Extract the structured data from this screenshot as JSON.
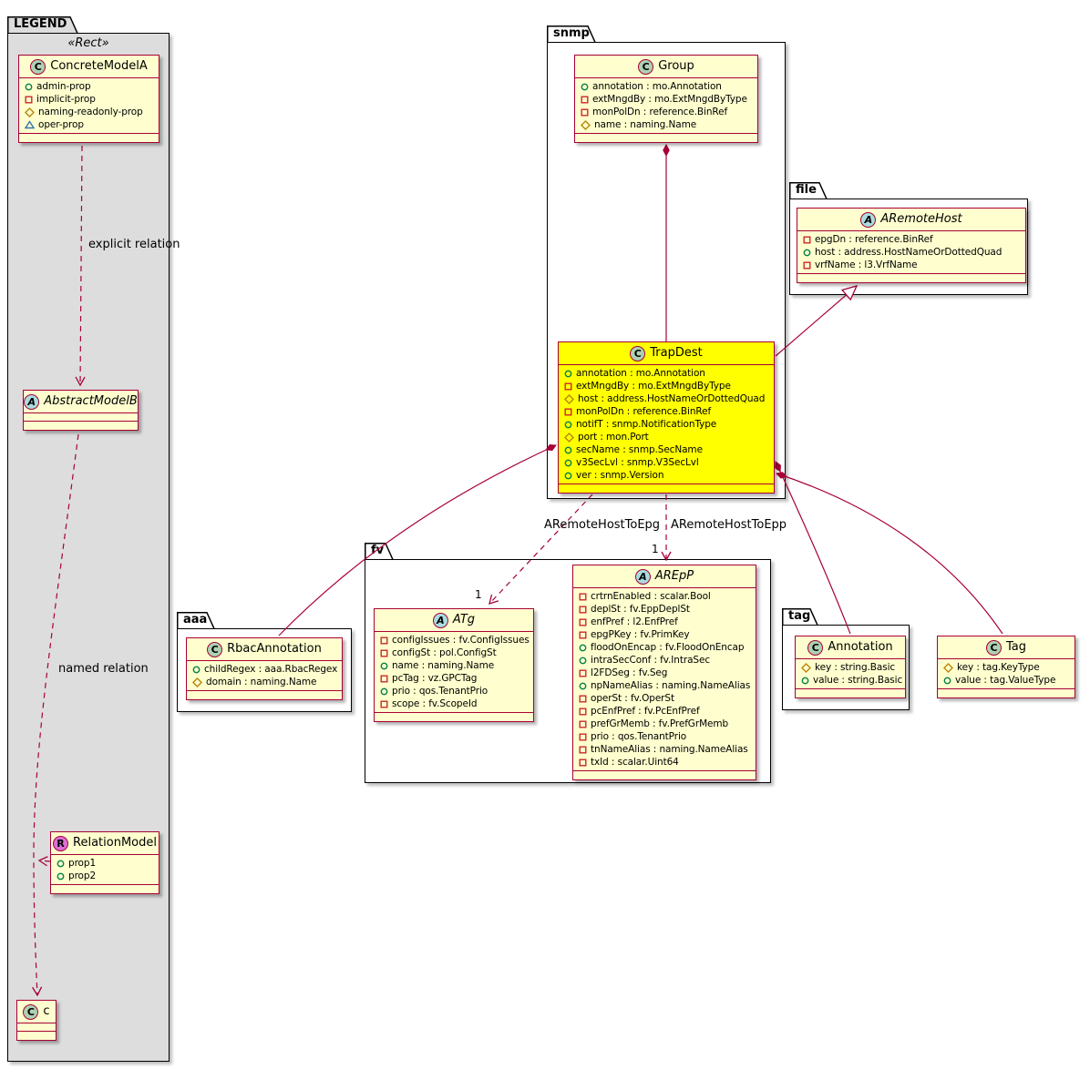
{
  "diagram": {
    "colors": {
      "class_border": "#A80036",
      "class_bg": "#FEFECE",
      "highlight_bg": "#FFFF00",
      "legend_bg": "#DDDDDD",
      "relation_line": "#A80036",
      "spot_class_bg": "#ADD1B2",
      "spot_abstract_bg": "#A9DCDF",
      "spot_relation_bg": "#DA70D6",
      "icon_circle": "#038048",
      "icon_square": "#C82930",
      "icon_diamond": "#B8860B",
      "icon_triangle": "#3A72B0"
    },
    "packages": [
      {
        "id": "legend",
        "name": "LEGEND",
        "stereotype": "«Rect»"
      },
      {
        "id": "snmp",
        "name": "snmp"
      },
      {
        "id": "file",
        "name": "file"
      },
      {
        "id": "fv",
        "name": "fv"
      },
      {
        "id": "aaa",
        "name": "aaa"
      },
      {
        "id": "tag",
        "name": "tag"
      }
    ],
    "classes": [
      {
        "id": "concrete-model-a",
        "package": "legend",
        "name": "ConcreteModelA",
        "kind": "C",
        "attrs": [
          {
            "icon": "circle",
            "text": "admin-prop"
          },
          {
            "icon": "square",
            "text": "implicit-prop"
          },
          {
            "icon": "diamond",
            "text": "naming-readonly-prop"
          },
          {
            "icon": "triangle",
            "text": "oper-prop"
          }
        ]
      },
      {
        "id": "abstract-model-b",
        "package": "legend",
        "name": "AbstractModelB",
        "kind": "A",
        "italic": true,
        "attrs": []
      },
      {
        "id": "relation-model",
        "package": "legend",
        "name": "RelationModel",
        "kind": "R",
        "attrs": [
          {
            "icon": "circle",
            "text": "prop1"
          },
          {
            "icon": "circle",
            "text": "prop2"
          }
        ]
      },
      {
        "id": "c-class",
        "package": "legend",
        "name": "c",
        "kind": "C",
        "attrs": []
      },
      {
        "id": "group",
        "package": "snmp",
        "name": "Group",
        "kind": "C",
        "attrs": [
          {
            "icon": "circle",
            "text": "annotation : mo.Annotation"
          },
          {
            "icon": "square",
            "text": "extMngdBy : mo.ExtMngdByType"
          },
          {
            "icon": "square",
            "text": "monPolDn : reference.BinRef"
          },
          {
            "icon": "diamond",
            "text": "name : naming.Name"
          }
        ]
      },
      {
        "id": "trapdest",
        "package": "snmp",
        "name": "TrapDest",
        "kind": "C",
        "highlight": true,
        "attrs": [
          {
            "icon": "circle",
            "text": "annotation : mo.Annotation"
          },
          {
            "icon": "square",
            "text": "extMngdBy : mo.ExtMngdByType"
          },
          {
            "icon": "diamond",
            "text": "host : address.HostNameOrDottedQuad"
          },
          {
            "icon": "square",
            "text": "monPolDn : reference.BinRef"
          },
          {
            "icon": "circle",
            "text": "notifT : snmp.NotificationType"
          },
          {
            "icon": "diamond",
            "text": "port : mon.Port"
          },
          {
            "icon": "circle",
            "text": "secName : snmp.SecName"
          },
          {
            "icon": "circle",
            "text": "v3SecLvl : snmp.V3SecLvl"
          },
          {
            "icon": "circle",
            "text": "ver : snmp.Version"
          }
        ]
      },
      {
        "id": "aremotehost",
        "package": "file",
        "name": "ARemoteHost",
        "kind": "A",
        "italic": true,
        "attrs": [
          {
            "icon": "square",
            "text": "epgDn : reference.BinRef"
          },
          {
            "icon": "circle",
            "text": "host : address.HostNameOrDottedQuad"
          },
          {
            "icon": "square",
            "text": "vrfName : l3.VrfName"
          }
        ]
      },
      {
        "id": "atg",
        "package": "fv",
        "name": "ATg",
        "kind": "A",
        "italic": true,
        "attrs": [
          {
            "icon": "square",
            "text": "configIssues : fv.ConfigIssues"
          },
          {
            "icon": "square",
            "text": "configSt : pol.ConfigSt"
          },
          {
            "icon": "circle",
            "text": "name : naming.Name"
          },
          {
            "icon": "square",
            "text": "pcTag : vz.GPCTag"
          },
          {
            "icon": "circle",
            "text": "prio : qos.TenantPrio"
          },
          {
            "icon": "square",
            "text": "scope : fv.ScopeId"
          }
        ]
      },
      {
        "id": "arepp",
        "package": "fv",
        "name": "AREpP",
        "kind": "A",
        "italic": true,
        "attrs": [
          {
            "icon": "square",
            "text": "crtrnEnabled : scalar.Bool"
          },
          {
            "icon": "square",
            "text": "deplSt : fv.EppDeplSt"
          },
          {
            "icon": "square",
            "text": "enfPref : l2.EnfPref"
          },
          {
            "icon": "square",
            "text": "epgPKey : fv.PrimKey"
          },
          {
            "icon": "circle",
            "text": "floodOnEncap : fv.FloodOnEncap"
          },
          {
            "icon": "circle",
            "text": "intraSecConf : fv.IntraSec"
          },
          {
            "icon": "square",
            "text": "l2FDSeg : fv.Seg"
          },
          {
            "icon": "circle",
            "text": "npNameAlias : naming.NameAlias"
          },
          {
            "icon": "square",
            "text": "operSt : fv.OperSt"
          },
          {
            "icon": "square",
            "text": "pcEnfPref : fv.PcEnfPref"
          },
          {
            "icon": "square",
            "text": "prefGrMemb : fv.PrefGrMemb"
          },
          {
            "icon": "square",
            "text": "prio : qos.TenantPrio"
          },
          {
            "icon": "square",
            "text": "tnNameAlias : naming.NameAlias"
          },
          {
            "icon": "square",
            "text": "txId : scalar.Uint64"
          }
        ]
      },
      {
        "id": "rbacannotation",
        "package": "aaa",
        "name": "RbacAnnotation",
        "kind": "C",
        "attrs": [
          {
            "icon": "circle",
            "text": "childRegex : aaa.RbacRegex"
          },
          {
            "icon": "diamond",
            "text": "domain : naming.Name"
          }
        ]
      },
      {
        "id": "annotation",
        "package": "tag",
        "name": "Annotation",
        "kind": "C",
        "attrs": [
          {
            "icon": "diamond",
            "text": "key : string.Basic"
          },
          {
            "icon": "circle",
            "text": "value : string.Basic"
          }
        ]
      },
      {
        "id": "tag-class",
        "package": "tag",
        "name": "Tag",
        "kind": "C",
        "attrs": [
          {
            "icon": "diamond",
            "text": "key : tag.KeyType"
          },
          {
            "icon": "circle",
            "text": "value : tag.ValueType"
          }
        ]
      }
    ],
    "relations": [
      {
        "from": "Group",
        "to": "TrapDest",
        "type": "composition"
      },
      {
        "from": "TrapDest",
        "to": "ARemoteHost",
        "type": "generalization"
      },
      {
        "from": "TrapDest",
        "to": "ATg",
        "type": "dependency",
        "label": "ARemoteHostToEpg",
        "multiplicity": "1"
      },
      {
        "from": "TrapDest",
        "to": "AREpP",
        "type": "dependency",
        "label": "ARemoteHostToEpp",
        "multiplicity": "1"
      },
      {
        "from": "TrapDest",
        "to": "RbacAnnotation",
        "type": "composition"
      },
      {
        "from": "TrapDest",
        "to": "Annotation",
        "type": "composition"
      },
      {
        "from": "TrapDest",
        "to": "Tag",
        "type": "composition"
      },
      {
        "from": "ConcreteModelA",
        "to": "AbstractModelB",
        "type": "dependency",
        "label": "explicit relation"
      },
      {
        "from": "AbstractModelB",
        "to": "c",
        "type": "dependency",
        "label": "named relation",
        "via": "RelationModel"
      }
    ],
    "labels": {
      "explicit_relation": "explicit relation",
      "named_relation": "named relation",
      "aremotehost_to_epg": "ARemoteHostToEpg",
      "aremotehost_to_epp": "ARemoteHostToEpp",
      "mult_epg": "1",
      "mult_epp": "1"
    }
  }
}
